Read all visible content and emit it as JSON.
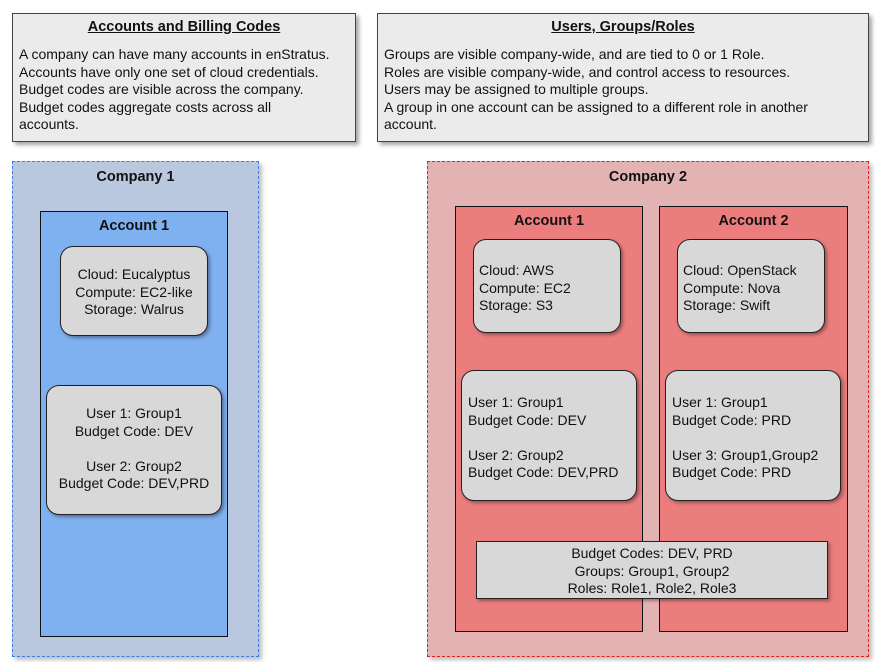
{
  "accounts_billing": {
    "title": "Accounts and Billing Codes",
    "lines": [
      "A company can have many accounts in enStratus.",
      "Accounts have only one set of cloud credentials.",
      "Budget codes are visible across the company.",
      "Budget codes aggregate costs across all",
      "accounts."
    ]
  },
  "users_groups": {
    "title": "Users, Groups/Roles",
    "lines": [
      "Groups are visible company-wide, and are tied to 0 or 1 Role.",
      "Roles are visible company-wide, and control access to resources.",
      "Users may be assigned to multiple groups.",
      "A group in one account can be assigned to a different role in another",
      "account."
    ]
  },
  "company1": {
    "title": "Company 1",
    "account1": {
      "title": "Account 1",
      "cloud": [
        "Cloud: Eucalyptus",
        "Compute: EC2-like",
        "Storage: Walrus"
      ],
      "users": [
        "User 1: Group1",
        "Budget Code: DEV",
        "",
        "User 2: Group2",
        "Budget Code: DEV,PRD"
      ]
    }
  },
  "company2": {
    "title": "Company 2",
    "account1": {
      "title": "Account 1",
      "cloud": [
        "Cloud: AWS",
        "Compute: EC2",
        "Storage: S3"
      ],
      "users": [
        "User 1: Group1",
        "Budget Code: DEV",
        "",
        "User 2: Group2",
        "Budget Code: DEV,PRD"
      ]
    },
    "account2": {
      "title": "Account 2",
      "cloud": [
        "Cloud: OpenStack",
        "Compute: Nova",
        "Storage: Swift"
      ],
      "users": [
        "User 1: Group1",
        "Budget Code: PRD",
        "",
        "User 3: Group1,Group2",
        "Budget Code: PRD"
      ]
    },
    "shared": [
      "Budget Codes: DEV, PRD",
      "Groups: Group1, Group2",
      "Roles: Role1, Role2, Role3"
    ]
  },
  "colors": {
    "company1_fill": "#b9c8de",
    "company1_border": "#3a7ee8",
    "company1_account": "#7fb0f0",
    "company2_fill": "#e3b3b3",
    "company2_border": "#e02020",
    "company2_account": "#eb7d7d",
    "inner_box": "#d8d8d8",
    "info_box": "#ebebeb"
  }
}
